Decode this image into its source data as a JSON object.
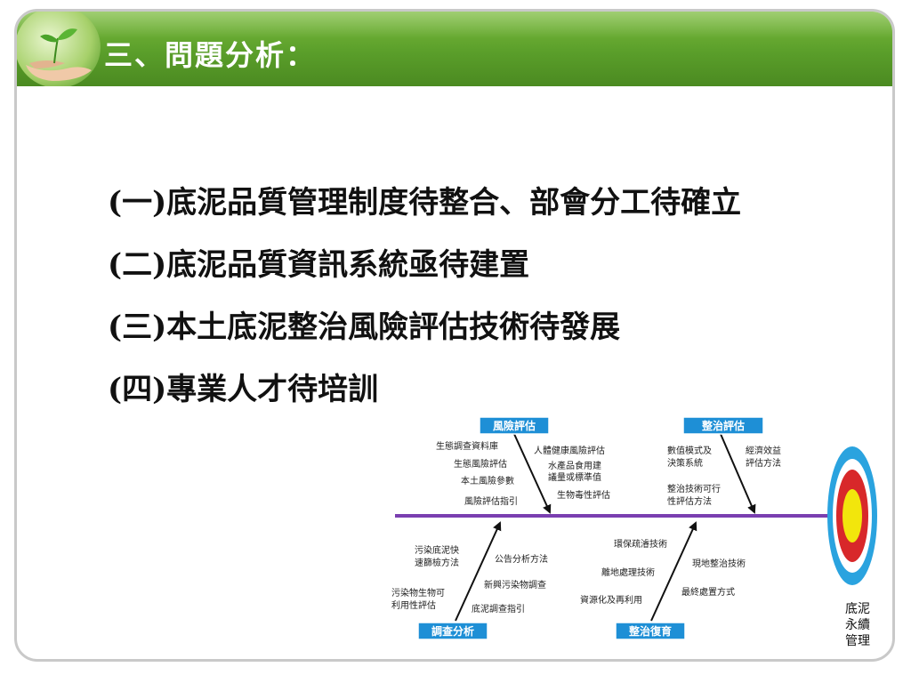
{
  "slide": {
    "title": "三、問題分析：",
    "items": [
      "(一)底泥品質管理制度待整合、部會分工待確立",
      "(二)底泥品質資訊系統亟待建置",
      "(三)本土底泥整治風險評估技術待發展",
      "(四)專業人才待培訓"
    ]
  },
  "diagram": {
    "categories": {
      "risk": "風險評估",
      "remediation": "整治評估",
      "survey": "調查分析",
      "restoration": "整治復育"
    },
    "risk_left": [
      "生態調查資料庫",
      "生態風險評估",
      "本土風險參數",
      "風險評估指引"
    ],
    "risk_right": [
      "人體健康風險評估",
      "水產品食用建",
      "議量或標準值",
      "生物毒性評估"
    ],
    "remediation_left": [
      "數值模式及",
      "決策系統",
      "整治技術可行",
      "性評估方法"
    ],
    "remediation_right": [
      "經濟效益",
      "評估方法"
    ],
    "survey_left": [
      "污染底泥快",
      "速篩檢方法",
      "污染物生物可",
      "利用性評估"
    ],
    "survey_right": [
      "公告分析方法",
      "新興污染物調查",
      "底泥調查指引"
    ],
    "restoration_left": [
      "環保疏濬技術",
      "離地處理技術",
      "資源化及再利用"
    ],
    "restoration_right": [
      "現地整治技術",
      "最終處置方式"
    ],
    "goal": [
      "底泥",
      "永續",
      "管理"
    ],
    "colors": {
      "spine": "#7a3fb0",
      "box": "#1e8fd6",
      "target_outer": "#2aa3df",
      "target_ring": "#d8282a",
      "target_center": "#f2e60c"
    }
  }
}
